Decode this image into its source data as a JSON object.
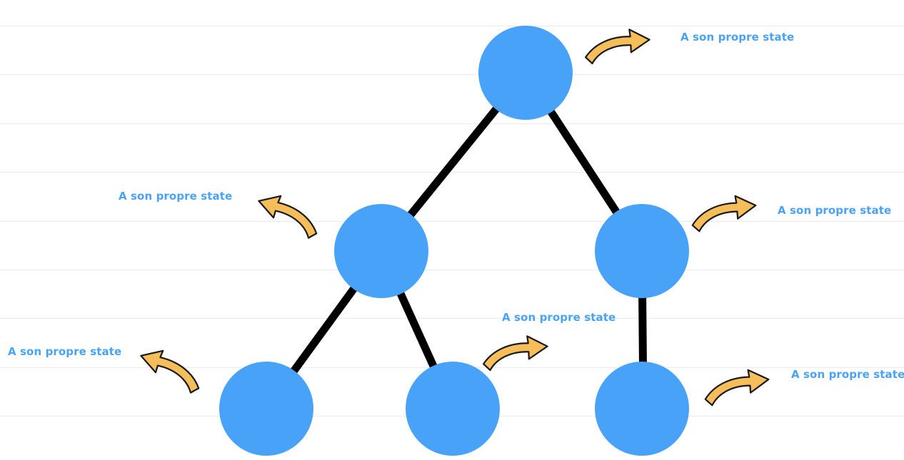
{
  "diagram": {
    "colors": {
      "node": "#48a2f8",
      "edge": "#000000",
      "arrow_fill": "#f6bd5b",
      "arrow_stroke": "#1a1a1a",
      "label": "#4aa3f2",
      "ruled_line": "#e9ecef"
    },
    "nodes": [
      {
        "id": "root",
        "state_label": "A son propre state"
      },
      {
        "id": "left",
        "state_label": "A son propre state"
      },
      {
        "id": "right",
        "state_label": "A son propre state"
      },
      {
        "id": "left-left",
        "state_label": "A son propre state"
      },
      {
        "id": "left-right",
        "state_label": "A son propre state"
      },
      {
        "id": "right-child",
        "state_label": "A son propre state"
      }
    ],
    "edges": [
      {
        "from": "root",
        "to": "left"
      },
      {
        "from": "root",
        "to": "right"
      },
      {
        "from": "left",
        "to": "left-left"
      },
      {
        "from": "left",
        "to": "left-right"
      },
      {
        "from": "right",
        "to": "right-child"
      }
    ]
  }
}
